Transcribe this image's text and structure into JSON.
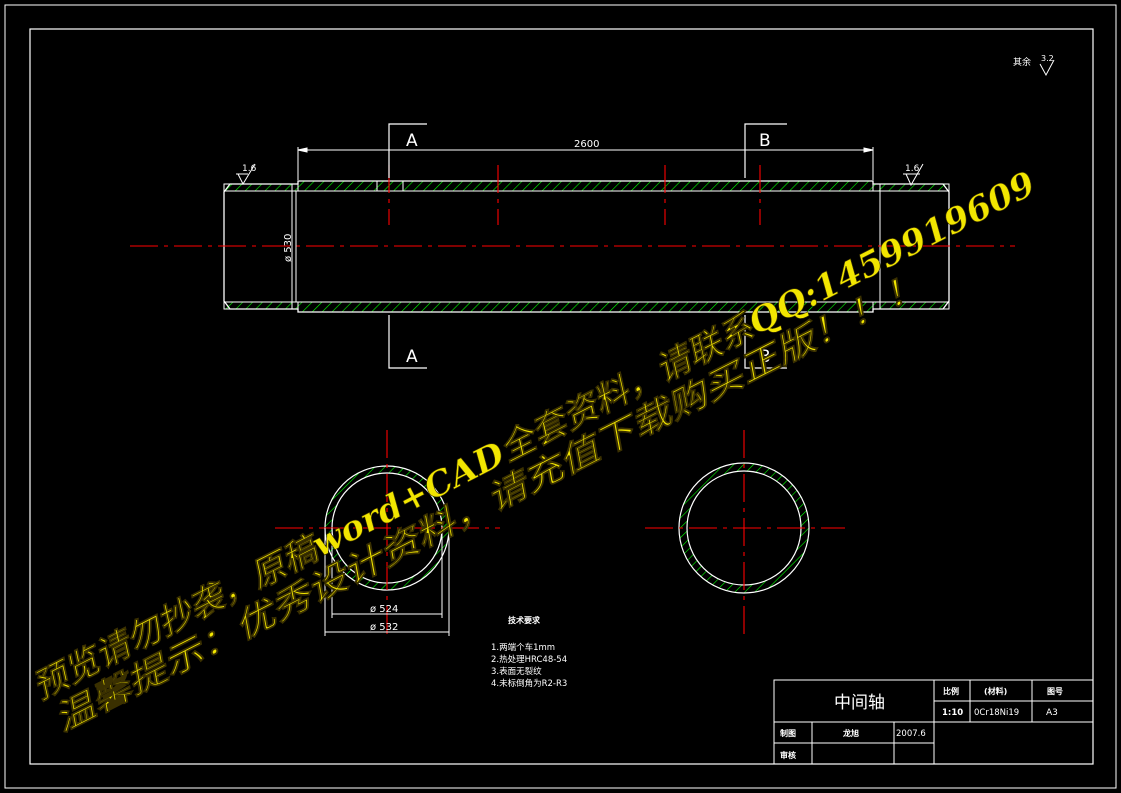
{
  "drawing": {
    "title": "中间轴",
    "overall_length": "2600",
    "outer_diameter": "ø 530",
    "bore_small": "ø 524",
    "bore_large": "ø 532",
    "roughness_left": "1.6",
    "roughness_right": "1.6",
    "roughness_general_label": "其余",
    "roughness_general_value": "3.2",
    "section_a": "A",
    "section_b": "B"
  },
  "tech_requirements": {
    "heading": "技术要求",
    "items": [
      "1.两端个车1mm",
      "2.热处理HRC48-54",
      "3.表面无裂纹",
      "4.未标倒角为R2-R3"
    ]
  },
  "title_block": {
    "scale_label": "比例",
    "scale_value": "1:10",
    "material_label": "(材料)",
    "material_value": "0Cr18Ni19",
    "drawing_no_label": "图号",
    "drawing_no_value": "A3",
    "drawn_label": "制图",
    "drawn_by": "龙旭",
    "drawn_date": "2007.6",
    "check_label": "审核"
  },
  "watermark": {
    "line1": "预览请勿抄袭，原稿word+CAD全套资料，请联系QQ:1459919609",
    "line2": "温馨提示：优秀设计资料，请充值下载购买正版！！！"
  },
  "colors": {
    "line": "#ffffff",
    "center": "#ff0000",
    "hatch": "#00ff00",
    "dim": "#ffffff",
    "watermark": "#f2e600"
  }
}
